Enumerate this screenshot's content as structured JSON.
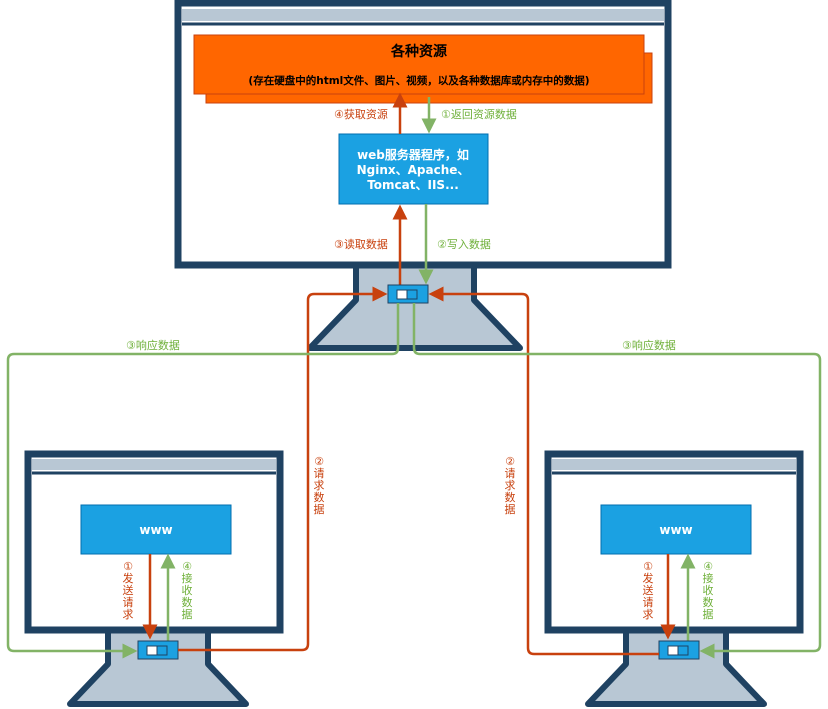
{
  "resources": {
    "title": "各种资源",
    "subtitle": "(存在硬盘中的html文件、图片、视频，以及各种数据库或内存中的数据)"
  },
  "server_program": {
    "line1": "web服务器程序，如",
    "line2": "Nginx、Apache、",
    "line3": "Tomcat、IIS..."
  },
  "labels": {
    "fetch_resource": "④获取资源",
    "return_resource": "①返回资源数据",
    "read_data": "③读取数据",
    "write_data": "②写入数据",
    "respond_left": "③响应数据",
    "respond_right": "③响应数据",
    "request_left": [
      "②",
      "请",
      "求",
      "数",
      "据"
    ],
    "request_right": [
      "②",
      "请",
      "求",
      "数",
      "据"
    ]
  },
  "clients": [
    {
      "www": "www",
      "send_request": [
        "①",
        "发",
        "送",
        "请",
        "求"
      ],
      "receive_data": [
        "④",
        "接",
        "收",
        "数",
        "据"
      ]
    },
    {
      "www": "www",
      "send_request": [
        "①",
        "发",
        "送",
        "请",
        "求"
      ],
      "receive_data": [
        "④",
        "接",
        "收",
        "数",
        "据"
      ]
    }
  ],
  "colors": {
    "monitor_frame": "#1f4262",
    "monitor_titlebar": "#b8c7d4",
    "stand": "#b8c7d4",
    "orange_box": "#ff6600",
    "blue_box": "#1ba1e2",
    "request_line": "#c8410e",
    "response_line": "#82b366"
  }
}
